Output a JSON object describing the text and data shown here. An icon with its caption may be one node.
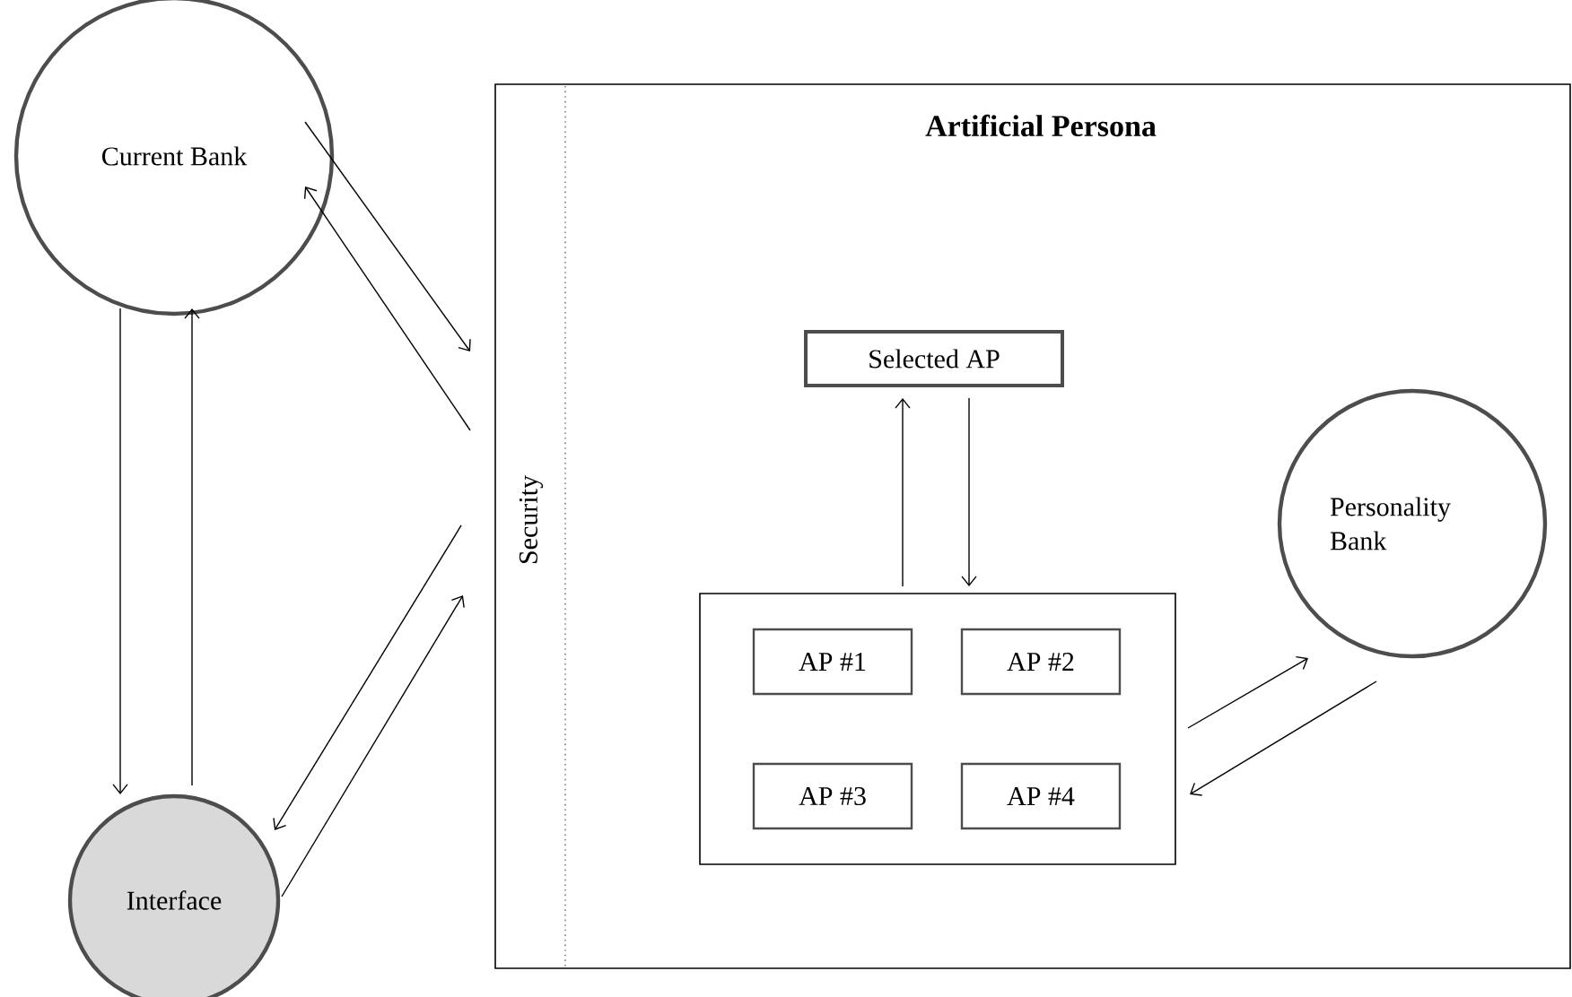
{
  "diagram": {
    "nodes": [
      {
        "text": [
          "Current Bank"
        ]
      },
      {
        "text": [
          "Interface"
        ]
      },
      {
        "text": [
          "Artificial Persona"
        ]
      },
      {
        "text": [
          "Security"
        ],
        "in": 2
      },
      {
        "text": [
          "Selected AP"
        ],
        "in": 2
      },
      {
        "text": [],
        "shape": "box",
        "in": 2
      },
      {
        "text": [
          "AP #1"
        ],
        "in": 5
      },
      {
        "text": [
          "AP #2"
        ],
        "in": 5
      },
      {
        "text": [
          "AP #3"
        ],
        "in": 5
      },
      {
        "text": [
          "AP #4"
        ],
        "in": 5
      },
      {
        "text": [
          "Personality Bank"
        ],
        "in": 2
      }
    ],
    "edges": [
      {
        "from": 0,
        "to": 1,
        "arrow": "to"
      },
      {
        "from": 1,
        "to": 0,
        "arrow": "to"
      },
      {
        "from": 0,
        "to": 2,
        "arrow": "to"
      },
      {
        "from": 2,
        "to": 0,
        "arrow": "to"
      },
      {
        "from": 2,
        "to": 1,
        "arrow": "to"
      },
      {
        "from": 1,
        "to": 2,
        "arrow": "to"
      },
      {
        "from": 5,
        "to": 4,
        "arrow": "to"
      },
      {
        "from": 4,
        "to": 5,
        "arrow": "to"
      },
      {
        "from": 5,
        "to": 10,
        "arrow": "to"
      },
      {
        "from": 10,
        "to": 5,
        "arrow": "to"
      }
    ]
  }
}
